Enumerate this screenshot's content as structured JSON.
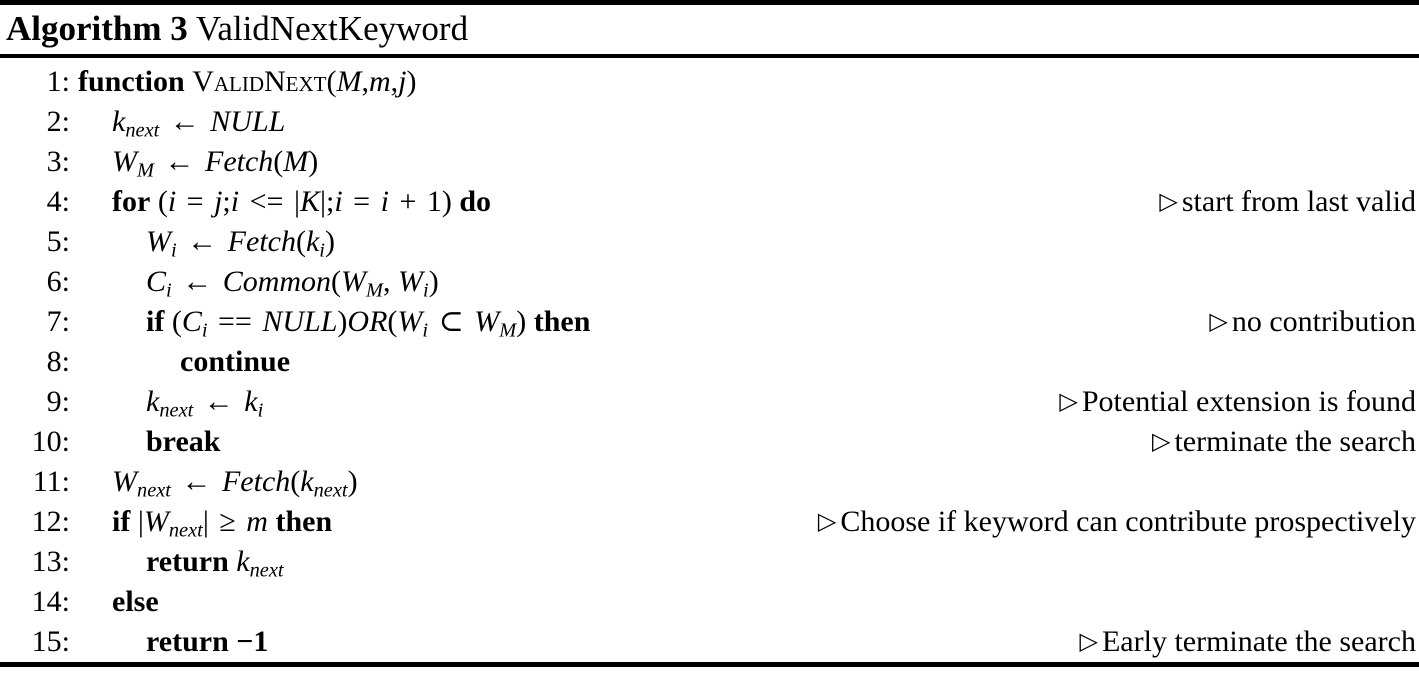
{
  "caption": {
    "label": "Algorithm 3",
    "name": "ValidNextKeyword"
  },
  "symbols": {
    "assign": "←",
    "triangle": "▷",
    "subset": "⊂",
    "geq": "≥",
    "minus": "−",
    "leq_ascii": "<=",
    "eq_eq": "==",
    "abs_bar": "|"
  },
  "lines": [
    {
      "no": "1:",
      "indent": 0,
      "code": "function VALIDNEXT(M,m,j)",
      "comment": ""
    },
    {
      "no": "2:",
      "indent": 1,
      "code": "k_next ← NULL",
      "comment": ""
    },
    {
      "no": "3:",
      "indent": 1,
      "code": "W_M ← Fetch(M)",
      "comment": ""
    },
    {
      "no": "4:",
      "indent": 1,
      "code": "for (i = j; i <= |K|; i = i + 1) do",
      "comment": "start from last valid"
    },
    {
      "no": "5:",
      "indent": 2,
      "code": "W_i ← Fetch(k_i)",
      "comment": ""
    },
    {
      "no": "6:",
      "indent": 2,
      "code": "C_i ← Common(W_M, W_i)",
      "comment": ""
    },
    {
      "no": "7:",
      "indent": 2,
      "code": "if (C_i == NULL)OR(W_i ⊂ W_M) then",
      "comment": "no contribution"
    },
    {
      "no": "8:",
      "indent": 3,
      "code": "continue",
      "comment": ""
    },
    {
      "no": "9:",
      "indent": 2,
      "code": "k_next ← k_i",
      "comment": "Potential extension is found"
    },
    {
      "no": "10:",
      "indent": 2,
      "code": "break",
      "comment": "terminate the search"
    },
    {
      "no": "11:",
      "indent": 1,
      "code": "W_next ← Fetch(k_next)",
      "comment": ""
    },
    {
      "no": "12:",
      "indent": 1,
      "code": "if |W_next| ≥ m then",
      "comment": "Choose if keyword can contribute prospectively"
    },
    {
      "no": "13:",
      "indent": 2,
      "code": "return k_next",
      "comment": ""
    },
    {
      "no": "14:",
      "indent": 1,
      "code": "else",
      "comment": ""
    },
    {
      "no": "15:",
      "indent": 2,
      "code": "return −1",
      "comment": "Early terminate the search"
    }
  ]
}
